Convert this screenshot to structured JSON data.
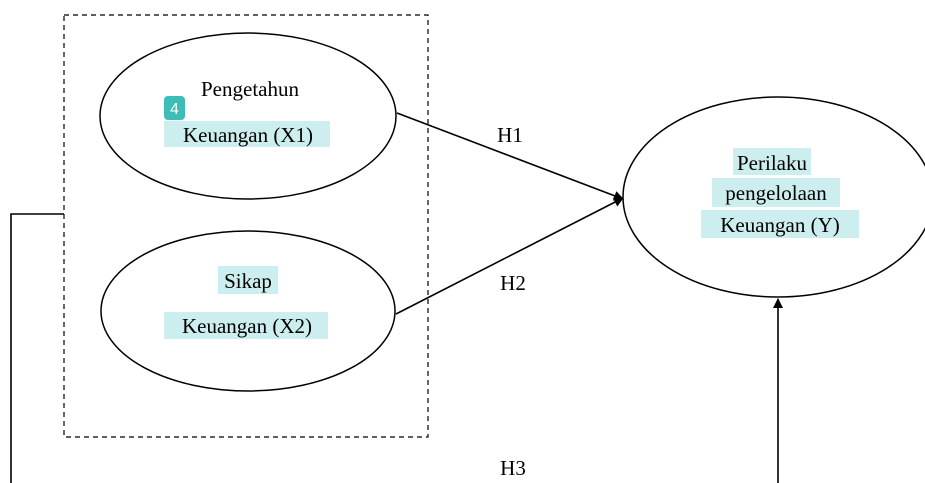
{
  "diagram": {
    "x1": {
      "line1": "Pengetahun",
      "line2": "Keuangan (X1)"
    },
    "x2": {
      "line1": "Sikap",
      "line2": "Keuangan (X2)"
    },
    "y": {
      "line1": "Perilaku",
      "line2": "pengelolaan",
      "line3": "Keuangan (Y)"
    },
    "h1": "H1",
    "h2": "H2",
    "h3": "H3",
    "badge": "4"
  },
  "colors": {
    "highlight": "#cdeeee",
    "badge": "#3cbdb8",
    "line": "#000000"
  }
}
